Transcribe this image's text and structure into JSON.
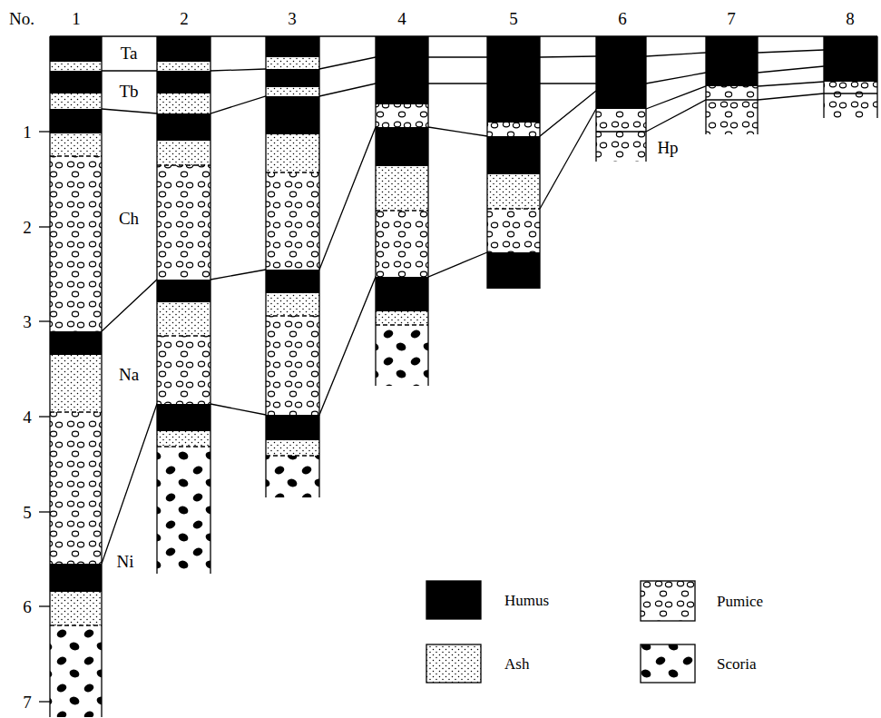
{
  "diagram": {
    "labels": [
      "No.",
      "1",
      "2",
      "3",
      "4",
      "5",
      "6",
      "7",
      "8",
      "1",
      "2",
      "3",
      "4",
      "5",
      "6",
      "7",
      "Ta",
      "Tb",
      "Ch",
      "Na",
      "Ni",
      "Hp"
    ],
    "legend": [
      {
        "text": "Humus",
        "color": "#000000"
      },
      {
        "text": "Pumice"
      },
      {
        "text": "Ash"
      },
      {
        "text": "Scoria"
      }
    ]
  }
}
